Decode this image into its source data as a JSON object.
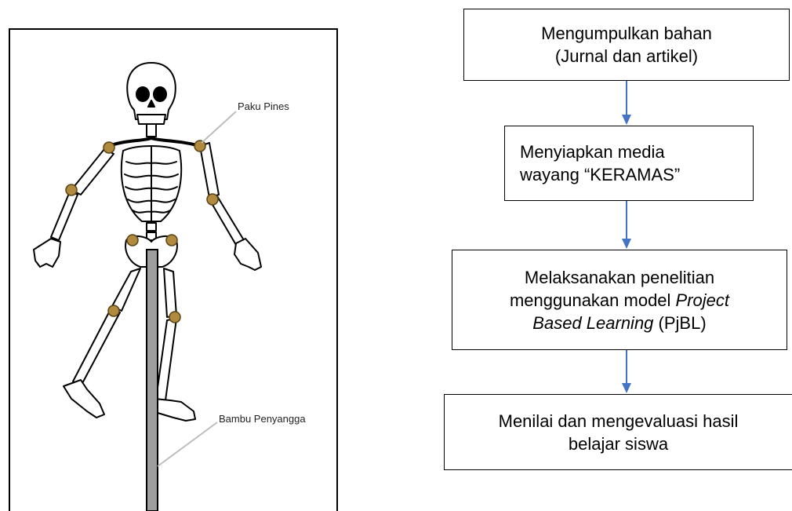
{
  "figure": {
    "labels": {
      "pins": "Paku Pines",
      "bamboo": "Bambu Penyangga"
    },
    "colors": {
      "outline": "#000000",
      "bone_fill": "#ffffff",
      "pin": "#b08a3e",
      "bamboo": "#9e9e9e"
    }
  },
  "flowchart": {
    "steps": [
      {
        "lines": [
          "Mengumpulkan bahan",
          "(Jurnal dan artikel)"
        ]
      },
      {
        "lines": [
          "Menyiapkan media",
          "wayang “KERAMAS”"
        ]
      },
      {
        "line1": "Melaksanakan penelitian",
        "line2_prefix": "menggunakan model ",
        "line2_italic": "Project",
        "line3_italic": "Based Learning",
        "line3_suffix": " (PjBL)"
      },
      {
        "lines": [
          "Menilai dan mengevaluasi hasil",
          "belajar siswa"
        ]
      }
    ],
    "colors": {
      "arrow": "#4472c4",
      "box_border": "#000000"
    }
  }
}
